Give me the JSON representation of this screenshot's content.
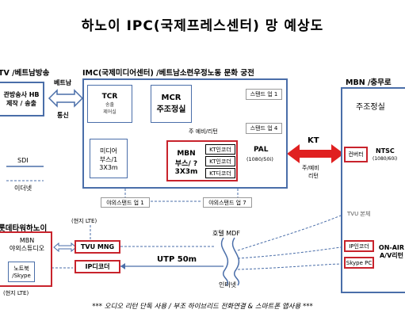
{
  "title": "하노이 IPC(국제프레스센터) 망 예상도",
  "headers": {
    "left": "TV /베트남방송",
    "imc": "IMC(국제미디어센터) /베트남소련우정노동 문화 궁전",
    "mbn": "MBN /충무로"
  },
  "vtv": {
    "line1": "관방송사 HB",
    "line2": "제작 / 송출"
  },
  "vtv_link": {
    "top": "베트남",
    "bottom": "통신"
  },
  "sdi_legend": {
    "sdi": "SDI",
    "ethernet": "이더넷"
  },
  "imc": {
    "tcr": {
      "title": "TCR",
      "sub1": "송출",
      "sub2": "제어실"
    },
    "mcr": {
      "title1": "MCR",
      "title2": "주조정실"
    },
    "standups": [
      "스탠드 업 1",
      "스탠드 업 4"
    ],
    "backup_label": "주 예비/리턴",
    "media_booth": {
      "line1": "미디어",
      "line2": "부스/1",
      "line3": "3X3m"
    },
    "mbn_booth": {
      "line1": "MBN",
      "line2": "부스/ ?",
      "line3": "3X3m"
    },
    "codecs": [
      "KT인코더",
      "KT인코더",
      "KT디코더"
    ],
    "pal": {
      "label": "PAL",
      "sub": "(1080/50i)"
    },
    "outdoor_standups": [
      "야외스탠드 업 1",
      "야외스탠드 업 7"
    ]
  },
  "kt_link": {
    "label": "KT",
    "sub1": "주/예비",
    "sub2": "리턴"
  },
  "mbn": {
    "master_control": "주조정실",
    "converter": "컨버터",
    "ntsc": {
      "label": "NTSC",
      "sub": "(1080/60i)"
    },
    "tvu_main": "TVU 본체",
    "ip_encoder": "IP인코더",
    "skype_pc": "Skype PC",
    "onair": {
      "line1": "ON-AIR",
      "line2": "A/V리턴"
    }
  },
  "lotte": {
    "header": "롯데타워하노이",
    "studio_line1": "MBN",
    "studio_line2": "야외스튜디오",
    "notebook_line1": "노트북",
    "notebook_line2": "/Skype",
    "lte_bottom": "(현지 LTE)"
  },
  "field": {
    "lte_top": "(현지 LTE)",
    "tvu_mng": "TVU MNG",
    "ip_decoder": "IP디코더",
    "hotel_mdf": "호텔 MDF",
    "utp": "UTP 50m",
    "internet": "인터넷"
  },
  "footnote": "*** 오디오 리턴 단독 사용 / 부조 하이브리드 전화연결 & 스마트폰 앱사용 ***",
  "colors": {
    "blue": "#4a6ea9",
    "red": "#c8232c",
    "dashed_blue": "#4a6ea9"
  }
}
